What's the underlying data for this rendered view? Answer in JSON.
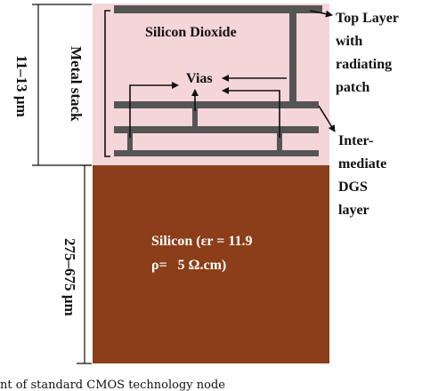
{
  "labels": {
    "silicon_dioxide": "Silicon Dioxide",
    "vias": "Vias",
    "metal_stack": "Metal stack",
    "oxide_thickness": "11–13 µm",
    "substrate_thickness": "275–675 µm",
    "top_layer": [
      "Top Layer",
      "with",
      "radiating",
      "patch"
    ],
    "dgs_layer": [
      "Inter-",
      "mediate",
      "DGS",
      "layer"
    ],
    "silicon_line1": "Silicon (εr = 11.9",
    "silicon_line2": "ρ=   5 Ω.cm)"
  },
  "caption": "nt of standard CMOS technology node",
  "colors": {
    "oxide": "#f4d5d8",
    "silicon": "#8b3e18",
    "metal": "#555555",
    "silicon_text": "#ffffff",
    "text": "#111111"
  }
}
